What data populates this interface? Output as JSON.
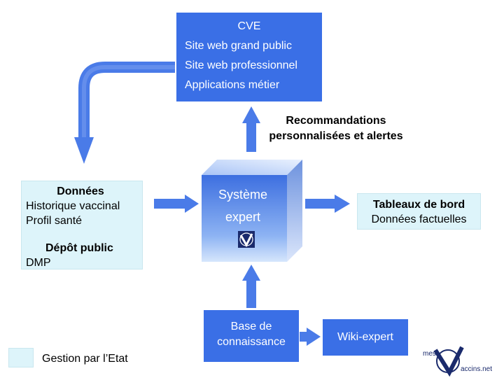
{
  "cve": {
    "title": "CVE",
    "lines": [
      "Site web grand public",
      "Site web professionnel",
      "Applications métier"
    ]
  },
  "recommendations": {
    "line1": "Recommandations",
    "line2": "personnalisées et alertes"
  },
  "donnees": {
    "title": "Données",
    "line1": "Historique vaccinal",
    "line2": "Profil santé",
    "depot_title": "Dépôt public",
    "depot_line": "DMP"
  },
  "systeme_expert": {
    "line1": "Système",
    "line2": "expert"
  },
  "tableaux": {
    "title": "Tableaux de bord",
    "line1": "Données factuelles"
  },
  "base": {
    "line1": "Base de",
    "line2": "connaissance"
  },
  "wiki": {
    "label": "Wiki-expert"
  },
  "legend": {
    "label": "Gestion par l’Etat"
  },
  "logo": {
    "top": "mes",
    "bottom": "accins.net"
  },
  "colors": {
    "blue_box": "#3a6fe6",
    "light_box": "#ddf4fa",
    "arrow": "#4a7be8",
    "cube_front": "#3f7ae6",
    "logo_navy": "#1a2a6c"
  }
}
